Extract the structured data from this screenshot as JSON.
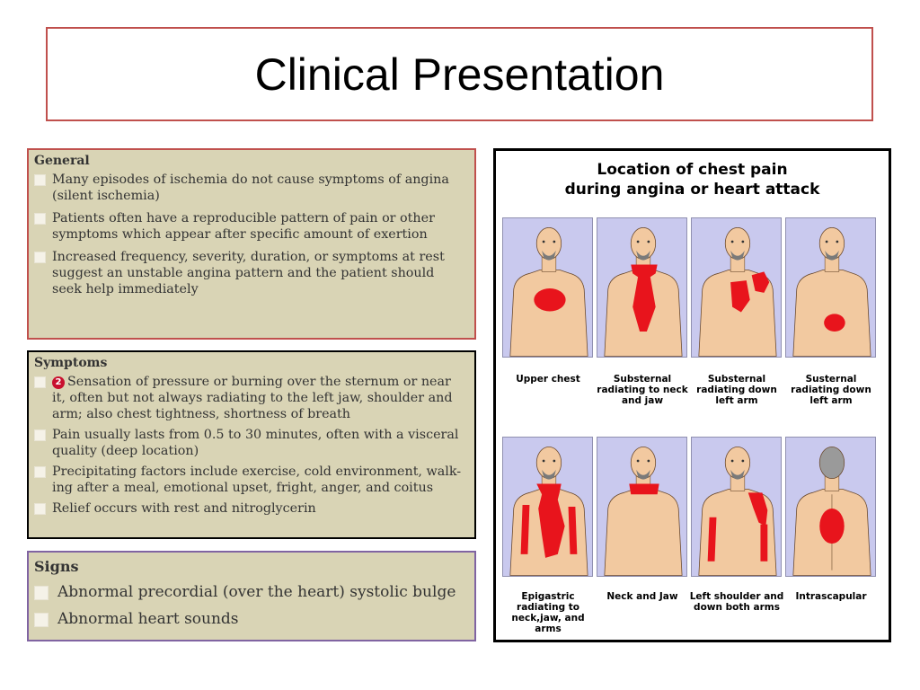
{
  "title": "Clinical Presentation",
  "general": {
    "heading": "General",
    "items": [
      "Many episodes of ischemia do not cause symptoms of angina (silent ischemia)",
      "Patients often have a reproducible pattern of pain or other symptoms which appear after specific amount of exertion",
      "Increased frequency, severity, duration, or symptoms at rest suggest an unstable angina pattern and the patient should seek help immediately"
    ]
  },
  "symptoms": {
    "heading": "Symptoms",
    "badge": "2",
    "items": [
      "Sensation of pressure or burning over the sternum or near it, often but not always radiating to the left jaw, shoulder and arm; also chest tightness, shortness of breath",
      "Pain usually lasts from 0.5 to 30 minutes, often with a visceral quality (deep location)",
      "Precipitating factors include exercise, cold environment, walk-ing after a meal, emotional upset, fright, anger, and coitus",
      "Relief occurs with rest and nitroglycerin"
    ]
  },
  "signs": {
    "heading": "Signs",
    "items": [
      "Abnormal precordial (over the heart) systolic bulge",
      "Abnormal heart sounds"
    ]
  },
  "figure": {
    "title_line1": "Location of chest pain",
    "title_line2": "during angina or heart attack",
    "colors": {
      "panel_bg": "#c9c9ee",
      "skin": "#f2c9a0",
      "pain": "#e8141c"
    },
    "captions": [
      "Upper chest",
      "Substernal radiating to neck and jaw",
      "Substernal radiating down left arm",
      "Susternal radiating down left arm",
      "Epigastric radiating to neck,jaw, and arms",
      "Neck and Jaw",
      "Left shoulder and down both arms",
      "Intrascapular"
    ]
  }
}
